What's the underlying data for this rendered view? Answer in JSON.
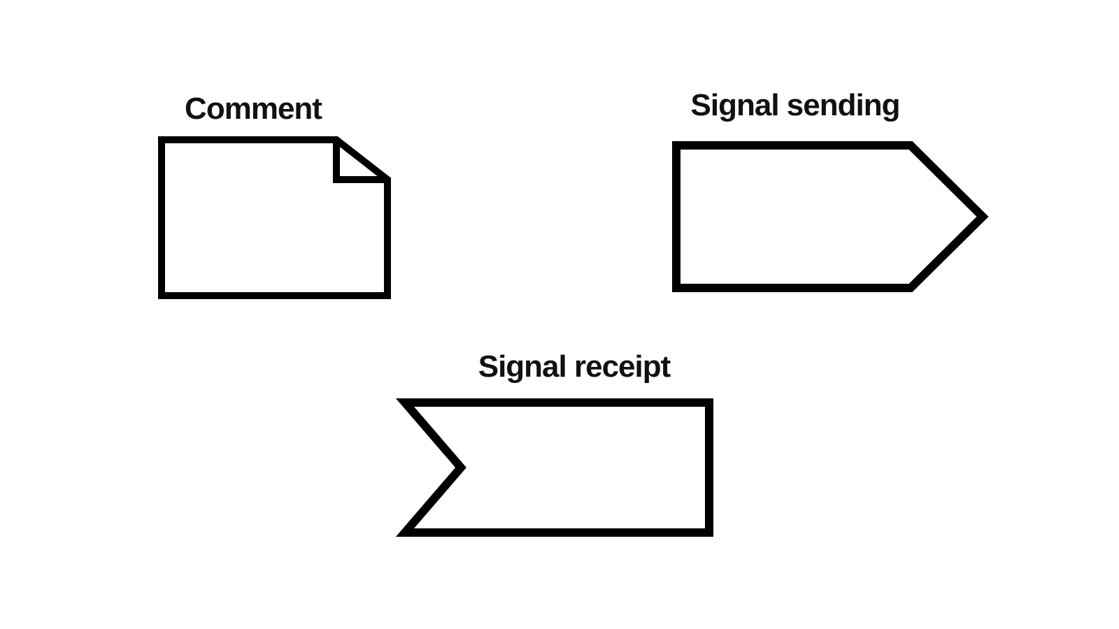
{
  "canvas": {
    "background": "#ffffff"
  },
  "colors": {
    "background": "#ffffff",
    "stroke": "#000000",
    "text": "#111111"
  },
  "shapes": [
    {
      "name": "comment",
      "label": "Comment",
      "glyph": "note-with-folded-corner"
    },
    {
      "name": "signal-sending",
      "label": "Signal sending",
      "glyph": "right-pointing-pentagon"
    },
    {
      "name": "signal-receipt",
      "label": "Signal receipt",
      "glyph": "rectangle-with-concave-left-notch"
    }
  ]
}
